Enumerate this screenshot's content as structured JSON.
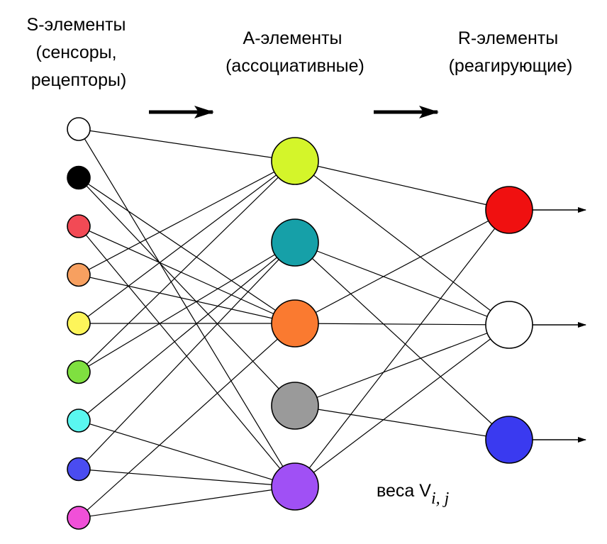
{
  "columns": {
    "s": {
      "lines": [
        "S-элементы",
        "(сенсоры,",
        "рецепторы)"
      ]
    },
    "a": {
      "lines": [
        "А-элементы",
        "(ассоциативные)"
      ]
    },
    "r": {
      "lines": [
        "R-элементы",
        "(реагирующие)"
      ]
    }
  },
  "weights_label": {
    "prefix": "веса V",
    "subscript": "i, j"
  },
  "nodes": {
    "s": [
      {
        "id": "s1",
        "color": "#ffffff"
      },
      {
        "id": "s2",
        "color": "#000000"
      },
      {
        "id": "s3",
        "color": "#f24a55"
      },
      {
        "id": "s4",
        "color": "#f7a060"
      },
      {
        "id": "s5",
        "color": "#fdf55a"
      },
      {
        "id": "s6",
        "color": "#7fe040"
      },
      {
        "id": "s7",
        "color": "#5af7f0"
      },
      {
        "id": "s8",
        "color": "#4a4cf0"
      },
      {
        "id": "s9",
        "color": "#f050d8"
      }
    ],
    "a": [
      {
        "id": "a1",
        "color": "#d4f52a"
      },
      {
        "id": "a2",
        "color": "#16a0a8"
      },
      {
        "id": "a3",
        "color": "#fa7a30"
      },
      {
        "id": "a4",
        "color": "#9a9a9a"
      },
      {
        "id": "a5",
        "color": "#a050f5"
      }
    ],
    "r": [
      {
        "id": "r1",
        "color": "#f01010"
      },
      {
        "id": "r2",
        "color": "#ffffff"
      },
      {
        "id": "r3",
        "color": "#3a3af0"
      }
    ]
  },
  "edges_sa": [
    [
      "s1",
      "a1"
    ],
    [
      "s1",
      "a5"
    ],
    [
      "s2",
      "a3"
    ],
    [
      "s2",
      "a4"
    ],
    [
      "s3",
      "a3"
    ],
    [
      "s3",
      "a5"
    ],
    [
      "s4",
      "a1"
    ],
    [
      "s4",
      "a3"
    ],
    [
      "s5",
      "a1"
    ],
    [
      "s5",
      "a3"
    ],
    [
      "s6",
      "a1"
    ],
    [
      "s6",
      "a2"
    ],
    [
      "s7",
      "a2"
    ],
    [
      "s7",
      "a5"
    ],
    [
      "s8",
      "a2"
    ],
    [
      "s8",
      "a5"
    ],
    [
      "s9",
      "a3"
    ],
    [
      "s9",
      "a5"
    ]
  ],
  "edges_ar": [
    [
      "a1",
      "r1"
    ],
    [
      "a1",
      "r2"
    ],
    [
      "a2",
      "r2"
    ],
    [
      "a2",
      "r3"
    ],
    [
      "a3",
      "r1"
    ],
    [
      "a3",
      "r2"
    ],
    [
      "a4",
      "r2"
    ],
    [
      "a4",
      "r3"
    ],
    [
      "a5",
      "r1"
    ],
    [
      "a5",
      "r2"
    ]
  ]
}
